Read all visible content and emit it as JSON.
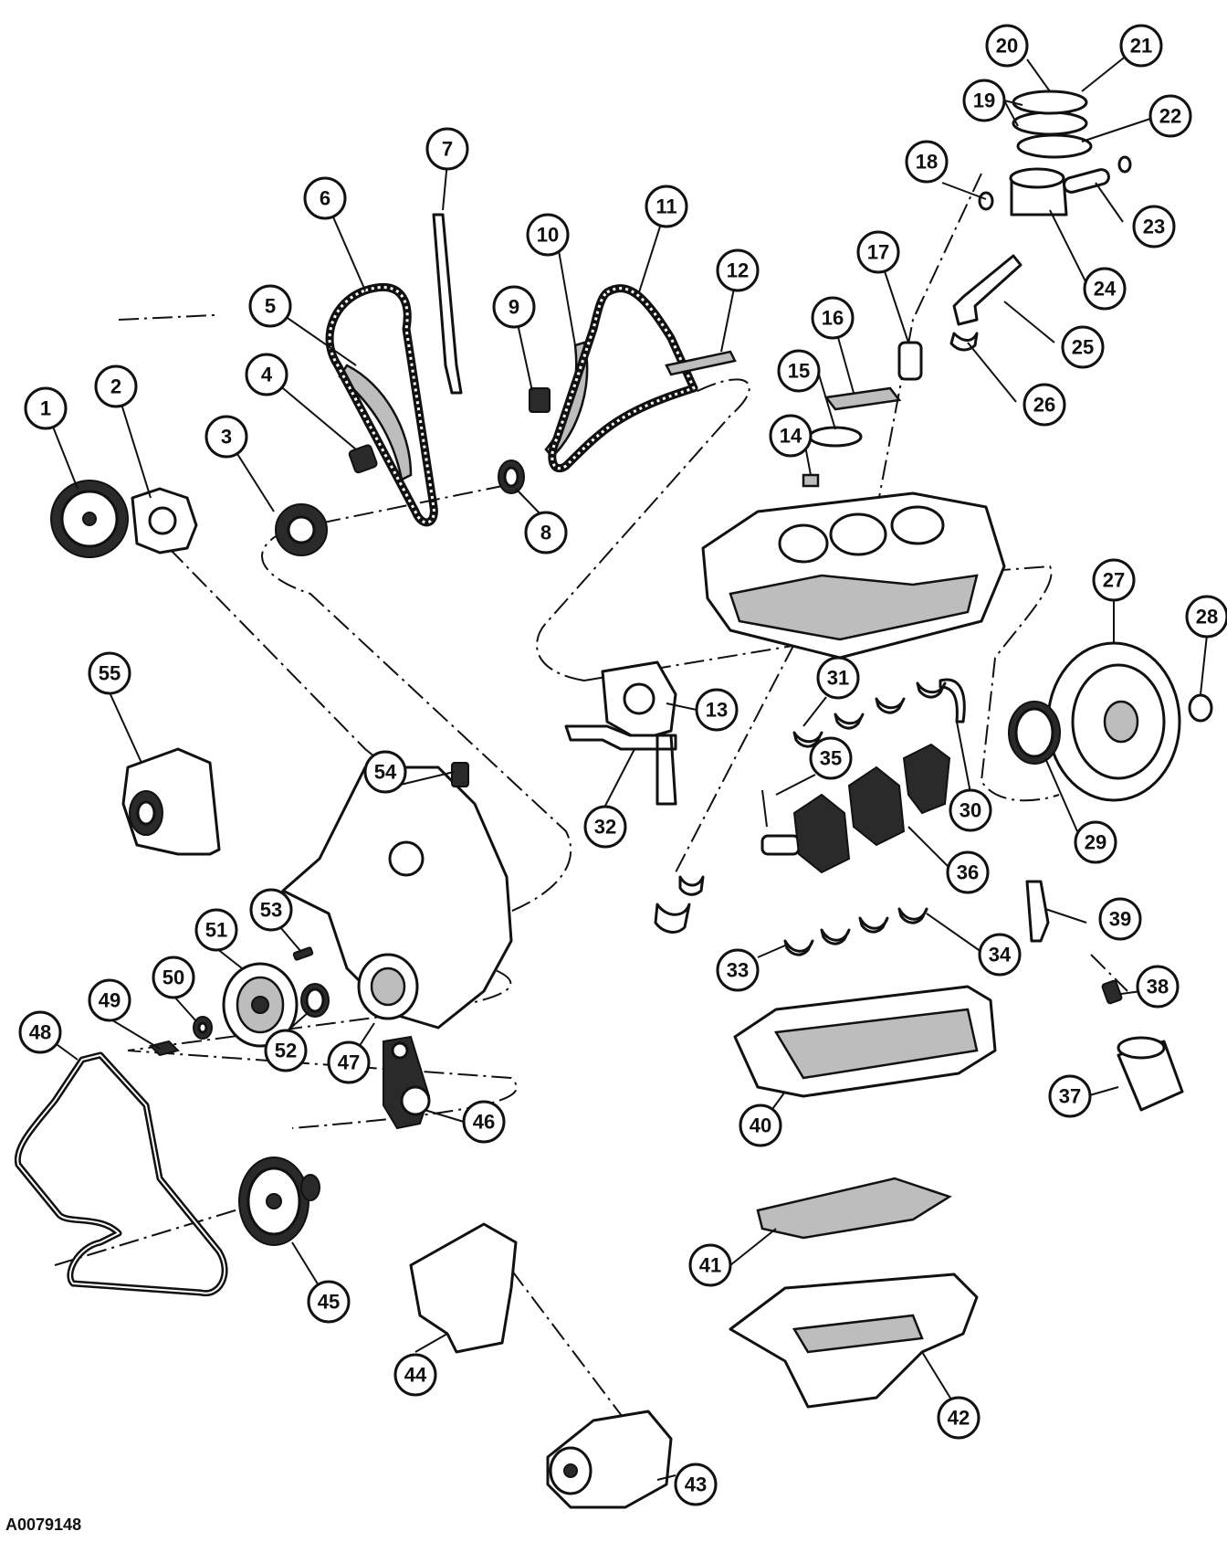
{
  "figure_id": "A0079148",
  "callouts": [
    {
      "n": "1"
    },
    {
      "n": "2"
    },
    {
      "n": "3"
    },
    {
      "n": "4"
    },
    {
      "n": "5"
    },
    {
      "n": "6"
    },
    {
      "n": "7"
    },
    {
      "n": "8"
    },
    {
      "n": "9"
    },
    {
      "n": "10"
    },
    {
      "n": "11"
    },
    {
      "n": "12"
    },
    {
      "n": "13"
    },
    {
      "n": "14"
    },
    {
      "n": "15"
    },
    {
      "n": "16"
    },
    {
      "n": "17"
    },
    {
      "n": "18"
    },
    {
      "n": "19"
    },
    {
      "n": "20"
    },
    {
      "n": "21"
    },
    {
      "n": "22"
    },
    {
      "n": "23"
    },
    {
      "n": "24"
    },
    {
      "n": "25"
    },
    {
      "n": "26"
    },
    {
      "n": "27"
    },
    {
      "n": "28"
    },
    {
      "n": "29"
    },
    {
      "n": "30"
    },
    {
      "n": "31"
    },
    {
      "n": "32"
    },
    {
      "n": "33"
    },
    {
      "n": "34"
    },
    {
      "n": "35"
    },
    {
      "n": "36"
    },
    {
      "n": "37"
    },
    {
      "n": "38"
    },
    {
      "n": "39"
    },
    {
      "n": "40"
    },
    {
      "n": "41"
    },
    {
      "n": "42"
    },
    {
      "n": "43"
    },
    {
      "n": "44"
    },
    {
      "n": "45"
    },
    {
      "n": "46"
    },
    {
      "n": "47"
    },
    {
      "n": "48"
    },
    {
      "n": "49"
    },
    {
      "n": "50"
    },
    {
      "n": "51"
    },
    {
      "n": "52"
    },
    {
      "n": "53"
    },
    {
      "n": "54"
    },
    {
      "n": "55"
    }
  ]
}
